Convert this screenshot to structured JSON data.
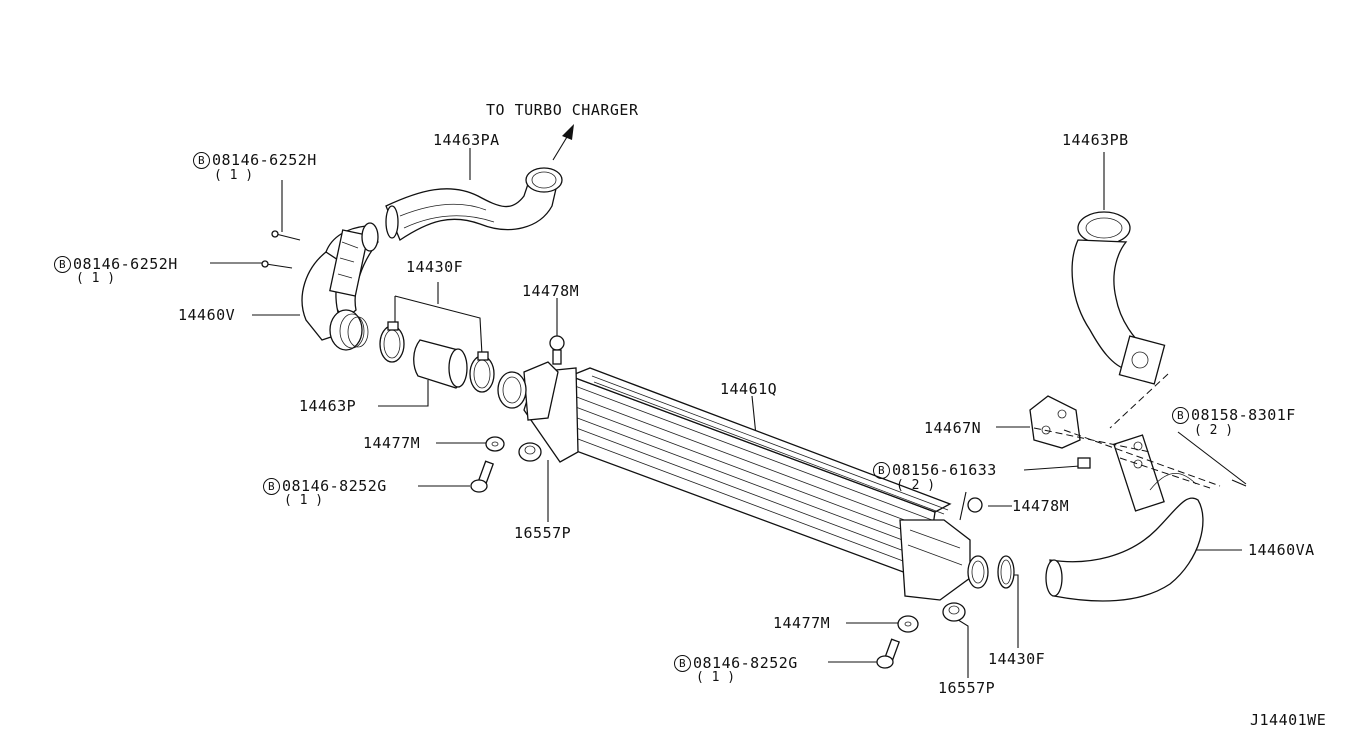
{
  "diagram": {
    "diagram_id": "J14401WE",
    "direction_note": "TO TURBO CHARGER",
    "bolt_symbol": "B",
    "callouts": {
      "p14463PA": "14463PA",
      "p14463PB": "14463PB",
      "p08146_6252H_a": "08146-6252H",
      "p08146_6252H_a_qty": "( 1 )",
      "p08146_6252H_b": "08146-6252H",
      "p08146_6252H_b_qty": "( 1 )",
      "p14430F_top": "14430F",
      "p14478M_top": "14478M",
      "p14460V": "14460V",
      "p14463P": "14463P",
      "p14477M_top": "14477M",
      "p08146_8252G_a": "08146-8252G",
      "p08146_8252G_a_qty": "( 1 )",
      "p16557P_top": "16557P",
      "p14461Q": "14461Q",
      "p14467N": "14467N",
      "p08158_8301F": "08158-8301F",
      "p08158_8301F_qty": "( 2 )",
      "p08156_61633": "08156-61633",
      "p08156_61633_qty": "( 2 )",
      "p14478M_bot": "14478M",
      "p14460VA": "14460VA",
      "p14477M_bot": "14477M",
      "p08146_8252G_b": "08146-8252G",
      "p08146_8252G_b_qty": "( 1 )",
      "p14430F_bot": "14430F",
      "p16557P_bot": "16557P"
    }
  }
}
